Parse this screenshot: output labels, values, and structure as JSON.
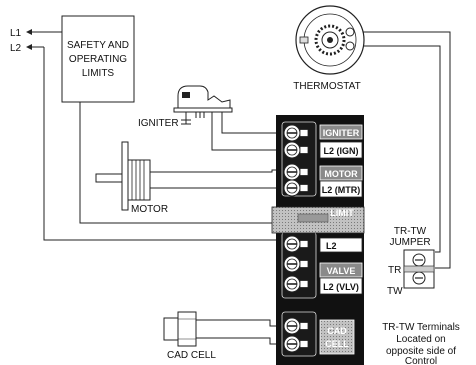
{
  "labels": {
    "l1": "L1",
    "l2": "L2",
    "safety_line1": "SAFETY AND",
    "safety_line2": "OPERATING",
    "safety_line3": "LIMITS",
    "thermostat": "THERMOSTAT",
    "igniter": "IGNITER",
    "motor": "MOTOR",
    "cad_cell": "CAD CELL",
    "jumper_line1": "TR-TW",
    "jumper_line2": "JUMPER",
    "tr": "TR",
    "tw": "TW",
    "note_line1": "TR-TW Terminals",
    "note_line2": "Located on",
    "note_line3": "opposite side of",
    "note_line4": "Control"
  },
  "control": {
    "igniter_tab": "IGNITER",
    "ign_tab": "L2 (IGN)",
    "motor_tab": "MOTOR",
    "mtr_tab": "L2 (MTR)",
    "limit_tab": "LIMIT",
    "l2_tab": "L2",
    "valve_tab": "VALVE",
    "vlv_tab": "L2 (VLV)",
    "cad_line1": "CAD",
    "cad_line2": "CELL"
  },
  "colors": {
    "panel": "#111111",
    "tab_gray": "#8a8a8a",
    "limit_band": "#b8b8b8"
  }
}
